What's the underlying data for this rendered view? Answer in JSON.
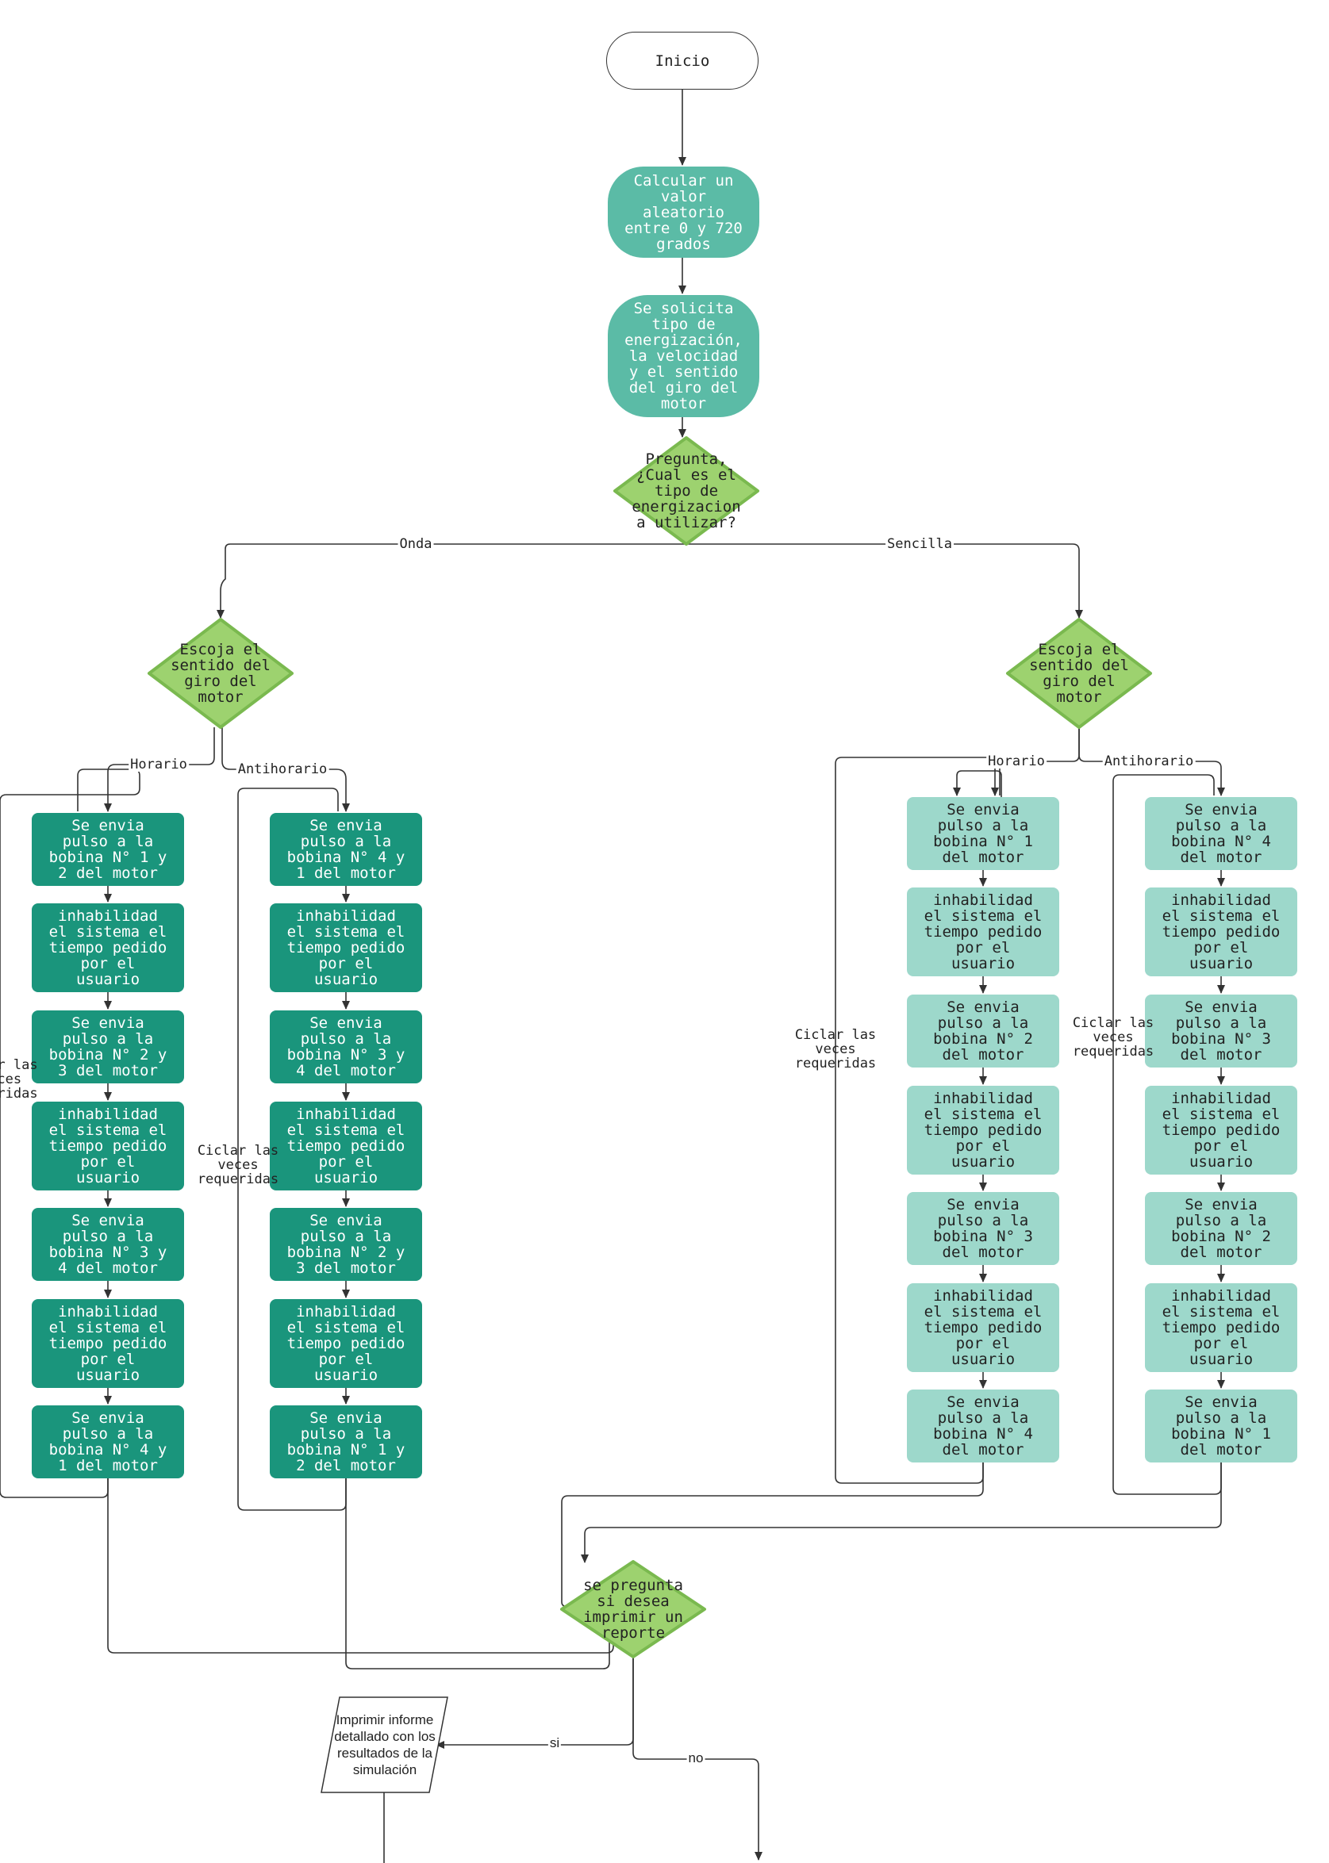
{
  "colors": {
    "dark_green": "#1a957c",
    "medium_green": "#5bbba6",
    "light_green": "#9dd8cb",
    "decision_fill": "#9dd26f",
    "decision_stroke": "#7ab94f",
    "line": "#333333",
    "text_light": "#ffffff",
    "text_dark": "#222222"
  },
  "nodes": {
    "start": "Inicio",
    "calc": "Calcular un\nvalor\naleatorio\nentre 0 y 720\ngrados",
    "request": "Se solicita\ntipo de\nenergización,\nla velocidad\ny el sentido\ndel giro del\nmotor",
    "question": "Pregunta,\n¿Cual es el\ntipo de\nenergizacion\na utilizar?",
    "dir_left": "Escoja el\nsentido del\ngiro del\nmotor",
    "dir_right": "Escoja el\nsentido del\ngiro del\nmotor",
    "report_q": "se pregunta\nsi desea\nimprimir un\nreporte",
    "print": "Imprimir informe\ndetallado con los\nresultados de la\nsimulación"
  },
  "columns": {
    "onda_horario": [
      "Se envia\npulso a la\nbobina N° 1 y\n2 del motor",
      "inhabilidad\nel sistema el\ntiempo pedido\npor el\nusuario",
      "Se envia\npulso a la\nbobina N° 2 y\n3 del motor",
      "inhabilidad\nel sistema el\ntiempo pedido\npor el\nusuario",
      "Se envia\npulso a la\nbobina N° 3 y\n4 del motor",
      "inhabilidad\nel sistema el\ntiempo pedido\npor el\nusuario",
      "Se envia\npulso a la\nbobina N° 4 y\n1 del motor"
    ],
    "onda_antihorario": [
      "Se envia\npulso a la\nbobina N° 4 y\n1 del motor",
      "inhabilidad\nel sistema el\ntiempo pedido\npor el\nusuario",
      "Se envia\npulso a la\nbobina N° 3 y\n4 del motor",
      "inhabilidad\nel sistema el\ntiempo pedido\npor el\nusuario",
      "Se envia\npulso a la\nbobina N° 2 y\n3 del motor",
      "inhabilidad\nel sistema el\ntiempo pedido\npor el\nusuario",
      "Se envia\npulso a la\nbobina N° 1 y\n2 del motor"
    ],
    "sencilla_horario": [
      "Se envia\npulso a la\nbobina N° 1\ndel motor",
      "inhabilidad\nel sistema el\ntiempo pedido\npor el\nusuario",
      "Se envia\npulso a la\nbobina N° 2\ndel motor",
      "inhabilidad\nel sistema el\ntiempo pedido\npor el\nusuario",
      "Se envia\npulso a la\nbobina N° 3\ndel motor",
      "inhabilidad\nel sistema el\ntiempo pedido\npor el\nusuario",
      "Se envia\npulso a la\nbobina N° 4\ndel motor"
    ],
    "sencilla_antihorario": [
      "Se envia\npulso a la\nbobina N° 4\ndel motor",
      "inhabilidad\nel sistema el\ntiempo pedido\npor el\nusuario",
      "Se envia\npulso a la\nbobina N° 3\ndel motor",
      "inhabilidad\nel sistema el\ntiempo pedido\npor el\nusuario",
      "Se envia\npulso a la\nbobina N° 2\ndel motor",
      "inhabilidad\nel sistema el\ntiempo pedido\npor el\nusuario",
      "Se envia\npulso a la\nbobina N° 1\ndel motor"
    ]
  },
  "edge_labels": {
    "onda": "Onda",
    "sencilla": "Sencilla",
    "horario_left": "Horario",
    "antihorario_left": "Antihorario",
    "horario_right": "Horario",
    "antihorario_right": "Antihorario",
    "loop_1": "r las\nces\nridas",
    "loop_2": "Ciclar las\nveces\nrequeridas",
    "loop_3": "Ciclar las\nveces\nrequeridas",
    "loop_4": "Ciclar las\nveces\nrequeridas",
    "si": "si",
    "no": "no"
  }
}
